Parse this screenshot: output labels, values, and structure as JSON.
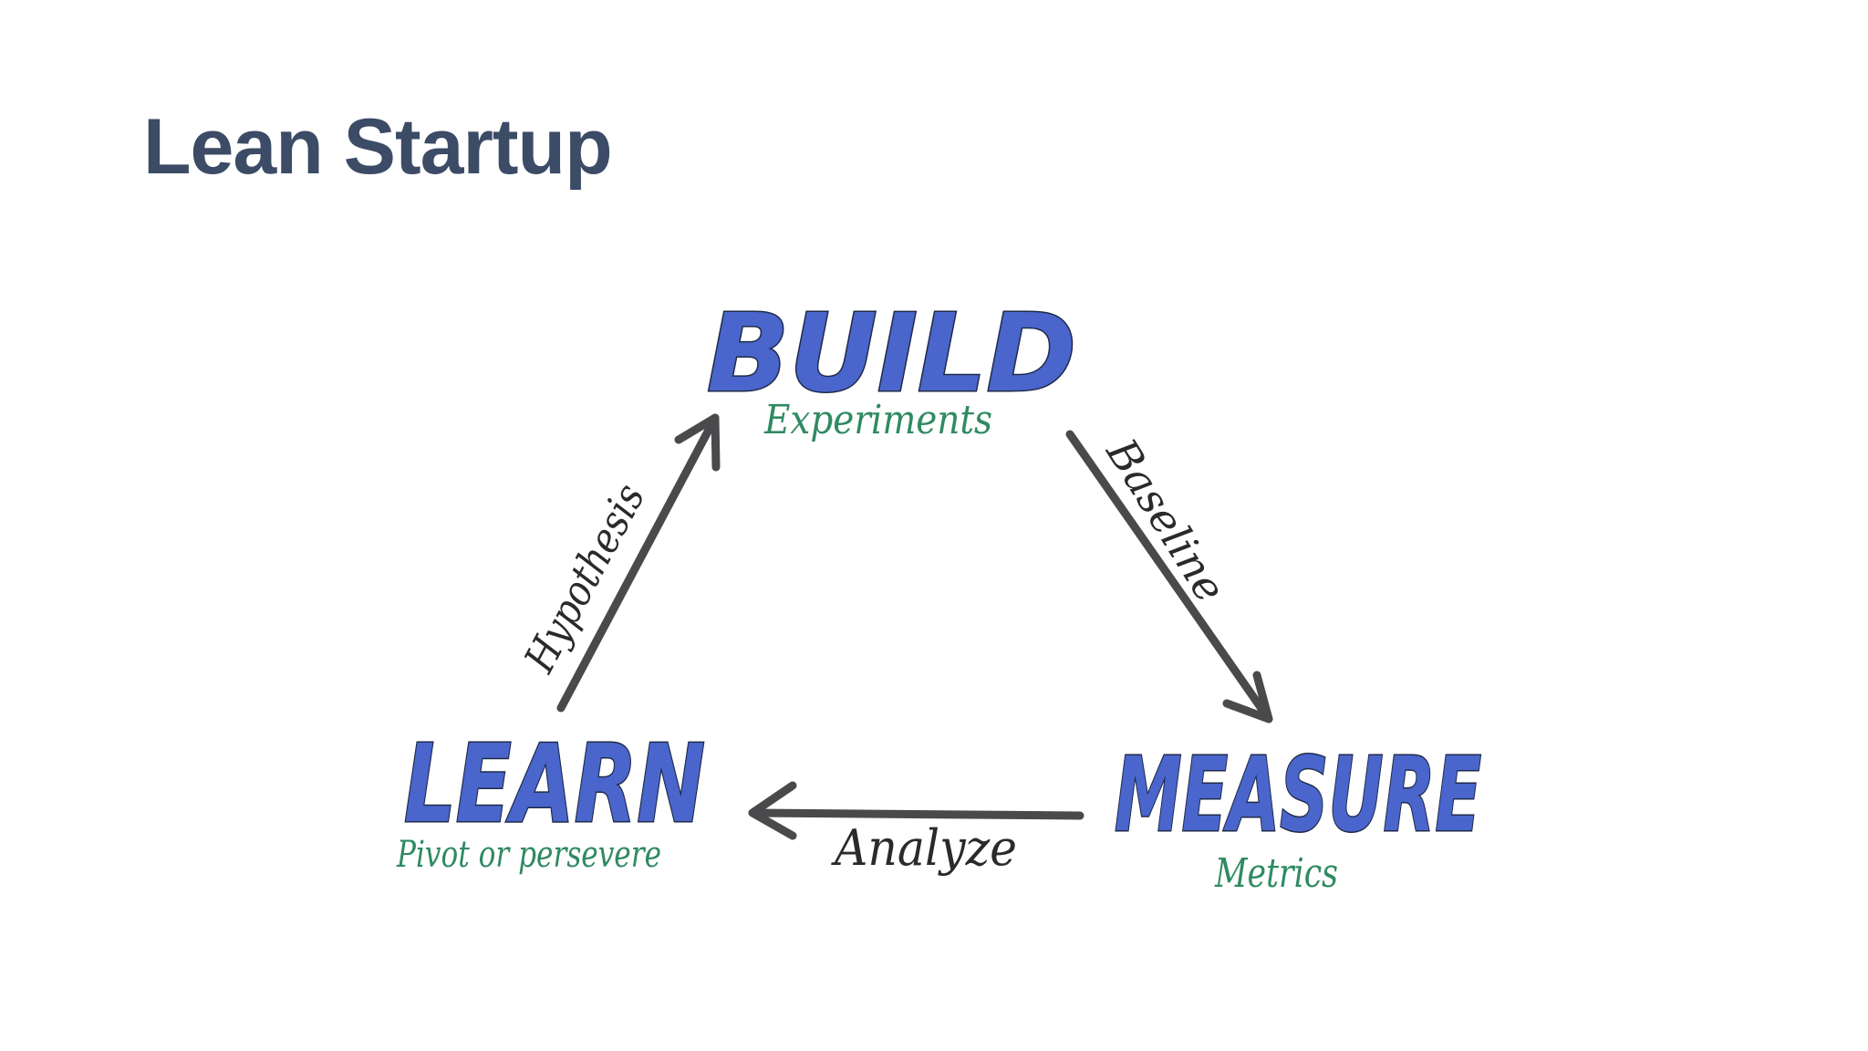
{
  "title": "Lean Startup",
  "stages": {
    "build": {
      "label": "BUILD",
      "subtitle": "Experiments"
    },
    "measure": {
      "label": "MEASURE",
      "subtitle": "Metrics"
    },
    "learn": {
      "label": "LEARN",
      "subtitle": "Pivot or persevere"
    }
  },
  "arrows": {
    "build_to_measure": "Baseline",
    "measure_to_learn": "Analyze",
    "learn_to_build": "Hypothesis"
  },
  "colors": {
    "title": "#3c4b66",
    "stage_fill": "#4a66cc",
    "stage_outline": "#1f2a4a",
    "subtitle": "#2f8a62",
    "arrow": "#4a4a4c"
  }
}
